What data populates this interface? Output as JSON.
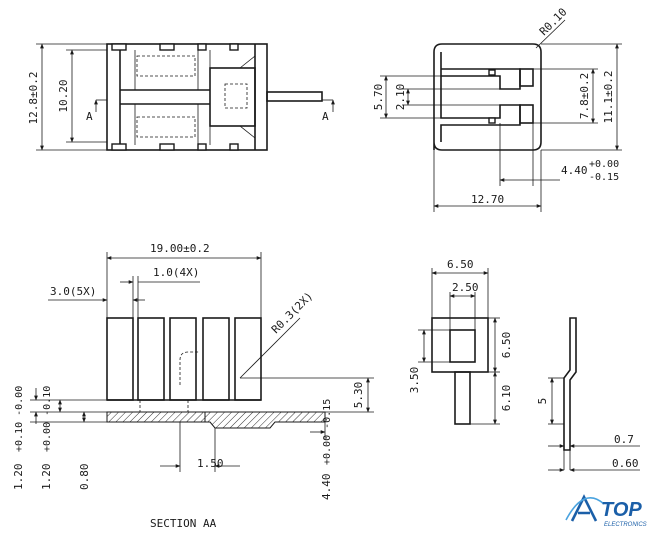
{
  "top_view": {
    "dim_height": "12.8±0.2",
    "dim_inner": "10.20",
    "section_marker_left": "A",
    "section_marker_right": "A"
  },
  "side_view": {
    "radius": "R0.10",
    "dim_570": "5.70",
    "dim_210": "2.10",
    "dim_78": "7.8±0.2",
    "dim_111": "11.1±0.2",
    "dim_440_base": "4.40",
    "dim_440_tol_upper": "+0.00",
    "dim_440_tol_lower": "-0.15",
    "dim_1270": "12.70"
  },
  "section": {
    "dim_1900": "19.00±0.2",
    "dim_10_4x": "1.0(4X)",
    "dim_30_5x": "3.0(5X)",
    "radius_2x": "R0.3(2X)",
    "dim_530": "5.30",
    "dim_150": "1.50",
    "dim_120a": "1.20",
    "dim_120a_tol": "+0.10 -0.00",
    "dim_120b": "1.20",
    "dim_120b_tol": "+0.00 -0.10",
    "dim_080": "0.80",
    "dim_440": "4.40",
    "dim_440_tol": "+0.00 -0.15",
    "caption": "SECTION AA"
  },
  "pad_view": {
    "dim_650_w": "6.50",
    "dim_250": "2.50",
    "dim_650_h": "6.50",
    "dim_350": "3.50",
    "dim_610": "6.10"
  },
  "profile_view": {
    "dim_5": "5",
    "dim_07": "0.7",
    "dim_060": "0.60"
  },
  "logo": {
    "text": "TOP",
    "subtext": "ELECTRONICS",
    "color": "#1b5fa8"
  }
}
